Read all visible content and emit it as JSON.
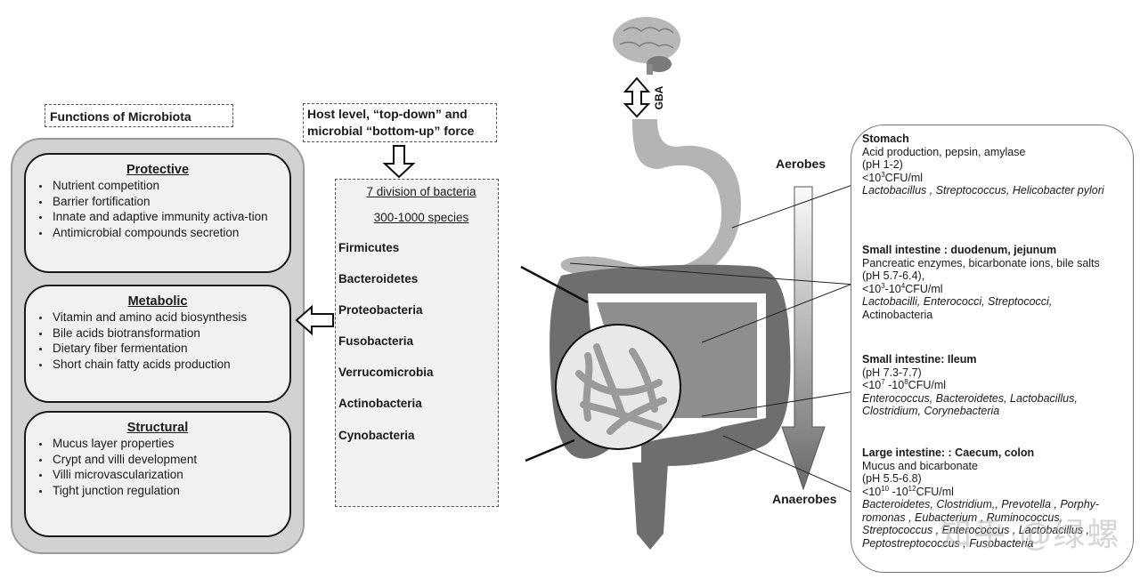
{
  "functions": {
    "title": "Functions of Microbiota",
    "categories": [
      {
        "name": "Protective",
        "items": [
          "Nutrient competition",
          "Barrier fortification",
          "Innate and adaptive immunity activa-tion",
          "Antimicrobial compounds secretion"
        ]
      },
      {
        "name": "Metabolic",
        "items": [
          "Vitamin and amino acid  biosynthesis",
          "Bile acids biotransformation",
          "Dietary fiber fermentation",
          "Short chain fatty acids production"
        ]
      },
      {
        "name": "Structural",
        "items": [
          "Mucus layer properties",
          "Crypt and villi development",
          "Villi microvascularization",
          "Tight junction regulation"
        ]
      }
    ]
  },
  "host_force": {
    "line1": "Host level, “top-down”  and",
    "line2": "microbial “bottom-up” force"
  },
  "bacteria": {
    "divisions_label": "7 division of bacteria",
    "species_label": "300-1000 species",
    "phyla": [
      "Firmicutes",
      "Bacteroidetes",
      "Proteobacteria",
      "Fusobacteria",
      "Verrucomicrobia",
      "Actinobacteria",
      "Cynobacteria"
    ]
  },
  "axis": {
    "gba_label": "GBA",
    "top_label": "Aerobes",
    "bottom_label": "Anaerobes"
  },
  "regions": [
    {
      "name": "Stomach",
      "function": "Acid production, pepsin, amylase",
      "ph": "(pH 1-2)",
      "cfu_prefix": "<10",
      "cfu_exp1": "3",
      "cfu_mid": "",
      "cfu_exp2": "",
      "cfu_suffix": "CFU/ml",
      "species": "Lactobacillus , Streptococcus, Helicobacter pylori",
      "extra": ""
    },
    {
      "name": "Small intestine : duodenum, jejunum",
      "function": "Pancreatic enzymes, bicarbonate ions, bile salts",
      "ph": "(pH 5.7-6.4),",
      "cfu_prefix": "<10",
      "cfu_exp1": "3",
      "cfu_mid": "-10",
      "cfu_exp2": "4",
      "cfu_suffix": "CFU/ml",
      "species": "Lactobacilli, Enterococci, Streptococci,",
      "extra": "Actinobacteria"
    },
    {
      "name": "Small intestine: Ileum",
      "function": "",
      "ph": "(pH 7.3-7.7)",
      "cfu_prefix": "<10",
      "cfu_exp1": "7",
      "cfu_mid": " -10",
      "cfu_exp2": "8",
      "cfu_suffix": "CFU/ml",
      "species": "Enterococcus, Bacteroidetes, Lactobacillus, Clostridium, Corynebacteria",
      "extra": ""
    },
    {
      "name": "Large intestine: : Caecum, colon",
      "function": "Mucus and bicarbonate",
      "ph": "(pH 5.5-6.8)",
      "cfu_prefix": "<10",
      "cfu_exp1": "10",
      "cfu_mid": " -10",
      "cfu_exp2": "12",
      "cfu_suffix": "CFU/ml",
      "species": "Bacteroidetes, Clostridium,, Prevotella , Porphy-romonas , Eubacterium , Ruminococcus, Streptococcus , Enterococcus , Lactobacillus , Peptostreptococcus , Fusobacteria",
      "extra": ""
    }
  ],
  "watermark": "知乎 @绿螺"
}
